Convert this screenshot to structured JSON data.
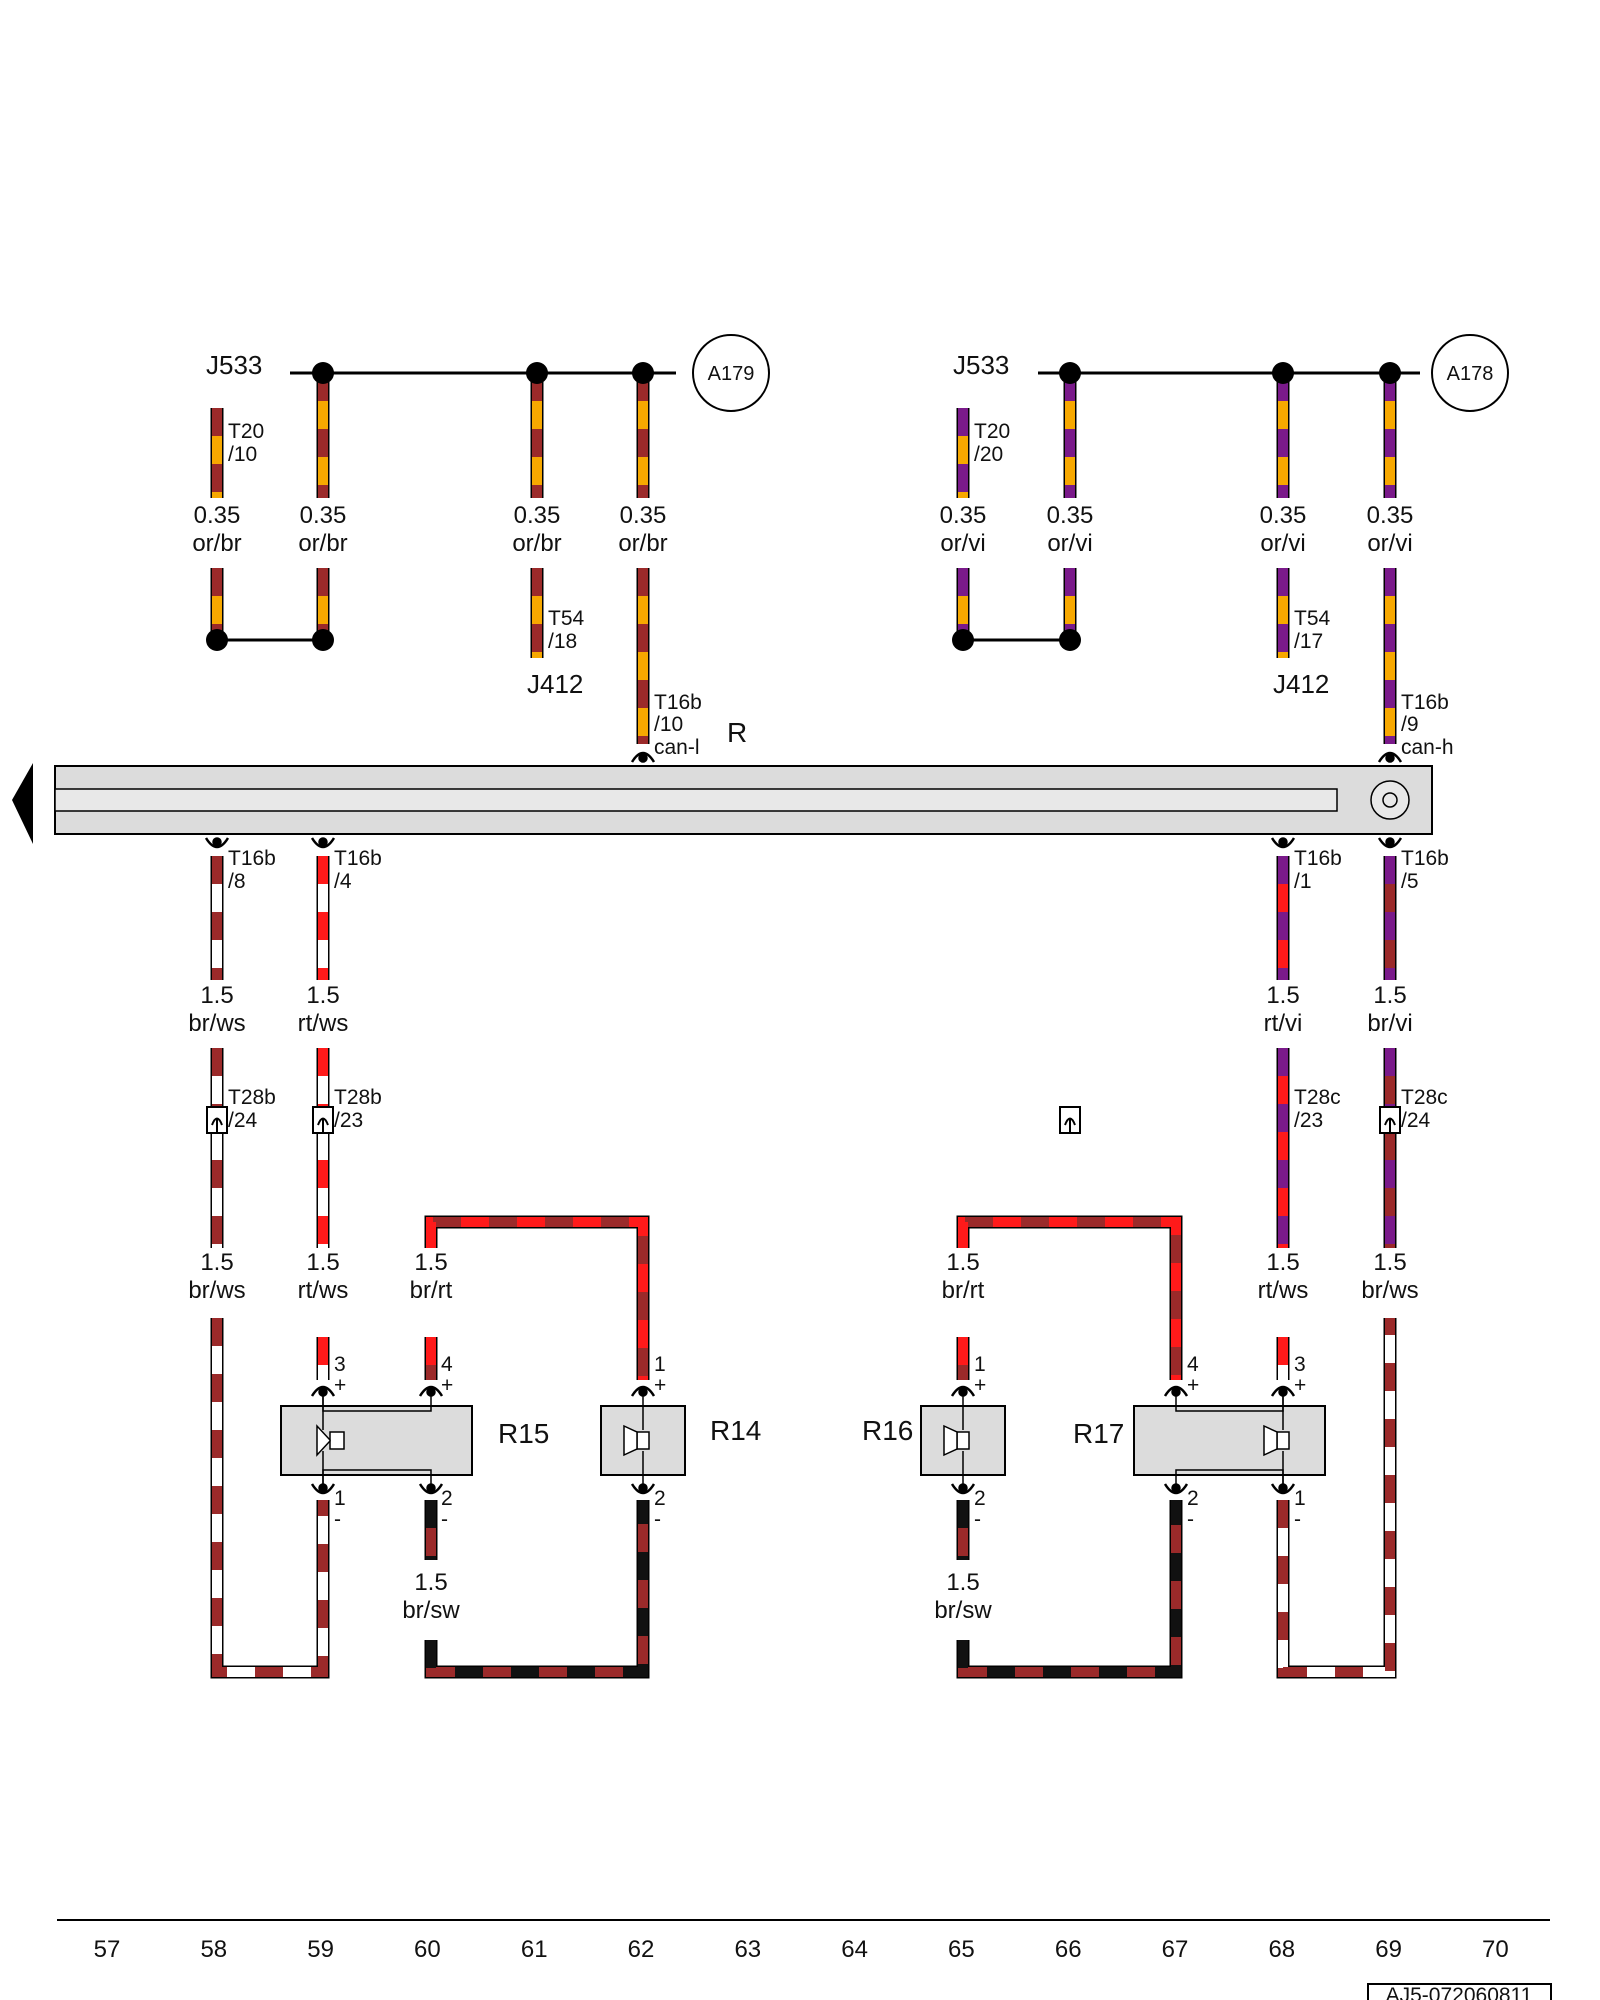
{
  "diagram": {
    "title": "",
    "components": {
      "j533_left": "J533",
      "j533_right": "J533",
      "a179": "A179",
      "a178": "A178",
      "j412_left": "J412",
      "j412_right": "J412",
      "r": "R",
      "r15": "R15",
      "r14": "R14",
      "r16": "R16",
      "r17": "R17"
    },
    "connectors": {
      "t20_10_a": "T20",
      "t20_10_b": "/10",
      "t20_20_a": "T20",
      "t20_20_b": "/20",
      "t54_18_a": "T54",
      "t54_18_b": "/18",
      "t54_17_a": "T54",
      "t54_17_b": "/17",
      "t16b_10_a": "T16b",
      "t16b_10_b": "/10",
      "t16b_10_c": "can-l",
      "t16b_9_a": "T16b",
      "t16b_9_b": "/9",
      "t16b_9_c": "can-h",
      "t16b_8_a": "T16b",
      "t16b_8_b": "/8",
      "t16b_4_a": "T16b",
      "t16b_4_b": "/4",
      "t16b_1_a": "T16b",
      "t16b_1_b": "/1",
      "t16b_5_a": "T16b",
      "t16b_5_b": "/5",
      "t28b_24_a": "T28b",
      "t28b_24_b": "/24",
      "t28b_23_a": "T28b",
      "t28b_23_b": "/23",
      "t28c_23_a": "T28c",
      "t28c_23_b": "/23",
      "t28c_24_a": "T28c",
      "t28c_24_b": "/24"
    },
    "wires": {
      "w58a_s": "0.35",
      "w58a_c": "or/br",
      "w59a_s": "0.35",
      "w59a_c": "or/br",
      "w61a_s": "0.35",
      "w61a_c": "or/br",
      "w62a_s": "0.35",
      "w62a_c": "or/br",
      "w65a_s": "0.35",
      "w65a_c": "or/vi",
      "w66a_s": "0.35",
      "w66a_c": "or/vi",
      "w68a_s": "0.35",
      "w68a_c": "or/vi",
      "w69a_s": "0.35",
      "w69a_c": "or/vi",
      "w58b_s": "1.5",
      "w58b_c": "br/ws",
      "w59b_s": "1.5",
      "w59b_c": "rt/ws",
      "w68b_s": "1.5",
      "w68b_c": "rt/vi",
      "w69b_s": "1.5",
      "w69b_c": "br/vi",
      "w58c_s": "1.5",
      "w58c_c": "br/ws",
      "w59c_s": "1.5",
      "w59c_c": "rt/ws",
      "w60c_s": "1.5",
      "w60c_c": "br/rt",
      "w65c_s": "1.5",
      "w65c_c": "br/rt",
      "w68c_s": "1.5",
      "w68c_c": "rt/ws",
      "w69c_s": "1.5",
      "w69c_c": "br/ws",
      "w60d_s": "1.5",
      "w60d_c": "br/sw",
      "w65d_s": "1.5",
      "w65d_c": "br/sw"
    },
    "pins": {
      "r15_p3": "3",
      "r15_p4": "4",
      "r15_p1": "1",
      "r15_p2": "2",
      "r14_p1": "1",
      "r14_p2": "2",
      "r16_p1": "1",
      "r16_p2": "2",
      "r17_p4": "4",
      "r17_p3": "3",
      "r17_p2": "2",
      "r17_p1": "1",
      "plus": "+",
      "minus": "-"
    },
    "scale": [
      "57",
      "58",
      "59",
      "60",
      "61",
      "62",
      "63",
      "64",
      "65",
      "66",
      "67",
      "68",
      "69",
      "70"
    ],
    "reference": "AJ5-072060811"
  },
  "colors": {
    "or": "#f7a800",
    "br": "#9b2a2a",
    "vi": "#7a1a8a",
    "rt": "#ff1a1a",
    "ws": "#ffffff",
    "sw": "#111111",
    "radio_body": "#dcdcdc"
  }
}
